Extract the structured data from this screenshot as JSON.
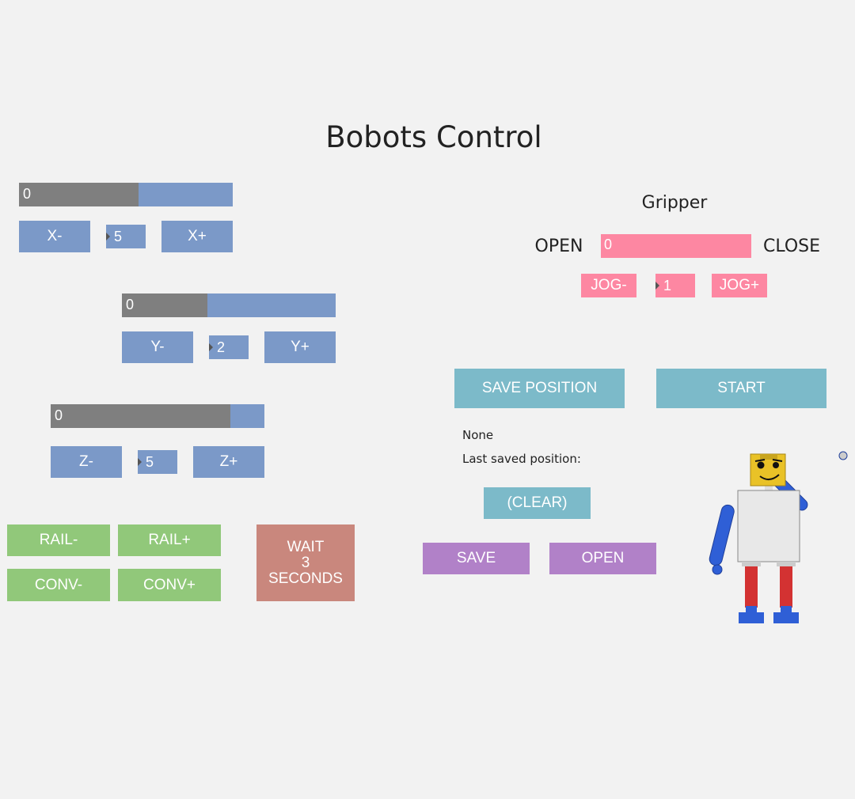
{
  "title": "Bobots Control",
  "x_axis": {
    "slider_value": "0",
    "slider_level": 0.56,
    "minus_label": "X-",
    "step": "5",
    "plus_label": "X+"
  },
  "y_axis": {
    "slider_value": "0",
    "slider_level": 0.4,
    "minus_label": "Y-",
    "step": "2",
    "plus_label": "Y+"
  },
  "z_axis": {
    "slider_value": "0",
    "slider_level": 0.84,
    "minus_label": "Z-",
    "step": "5",
    "plus_label": "Z+"
  },
  "rail": {
    "minus_label": "RAIL-",
    "plus_label": "RAIL+"
  },
  "conveyor": {
    "minus_label": "CONV-",
    "plus_label": "CONV+"
  },
  "wait": {
    "line1": "WAIT",
    "line2": "3",
    "line3": "SECONDS"
  },
  "gripper": {
    "title": "Gripper",
    "open_label": "OPEN",
    "close_label": "CLOSE",
    "value": "0",
    "jog_minus": "JOG-",
    "jog_step": "1",
    "jog_plus": "JOG+"
  },
  "actions": {
    "save_position": "SAVE POSITION",
    "start": "START",
    "clear": "(CLEAR)",
    "save": "SAVE",
    "open": "OPEN"
  },
  "status": {
    "last_value": "None",
    "last_saved_label": "Last saved position:"
  },
  "colors": {
    "axis_blue": "#7b99c8",
    "gray": "#7f7f7f",
    "green": "#91c87a",
    "teal": "#7cbac9",
    "pink": "#fd87a2",
    "purple": "#b181c8",
    "salmon": "#c9877d"
  }
}
